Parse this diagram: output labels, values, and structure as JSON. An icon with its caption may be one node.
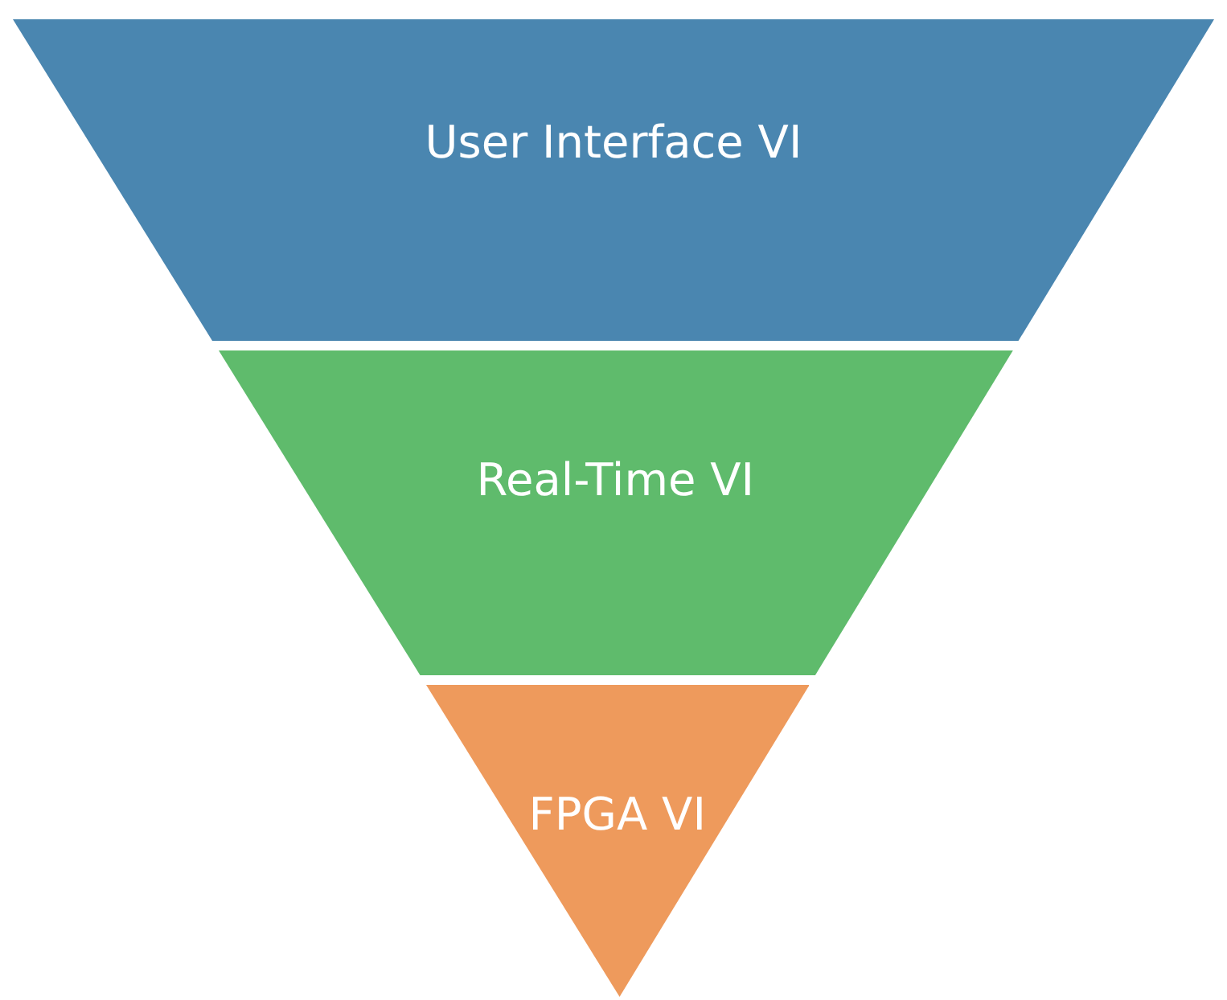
{
  "diagram": {
    "nodes": [
      {
        "text": [
          "User Interface VI"
        ]
      },
      {
        "text": [
          "Real-Time VI"
        ]
      },
      {
        "text": [
          "FPGA VI"
        ]
      }
    ]
  }
}
